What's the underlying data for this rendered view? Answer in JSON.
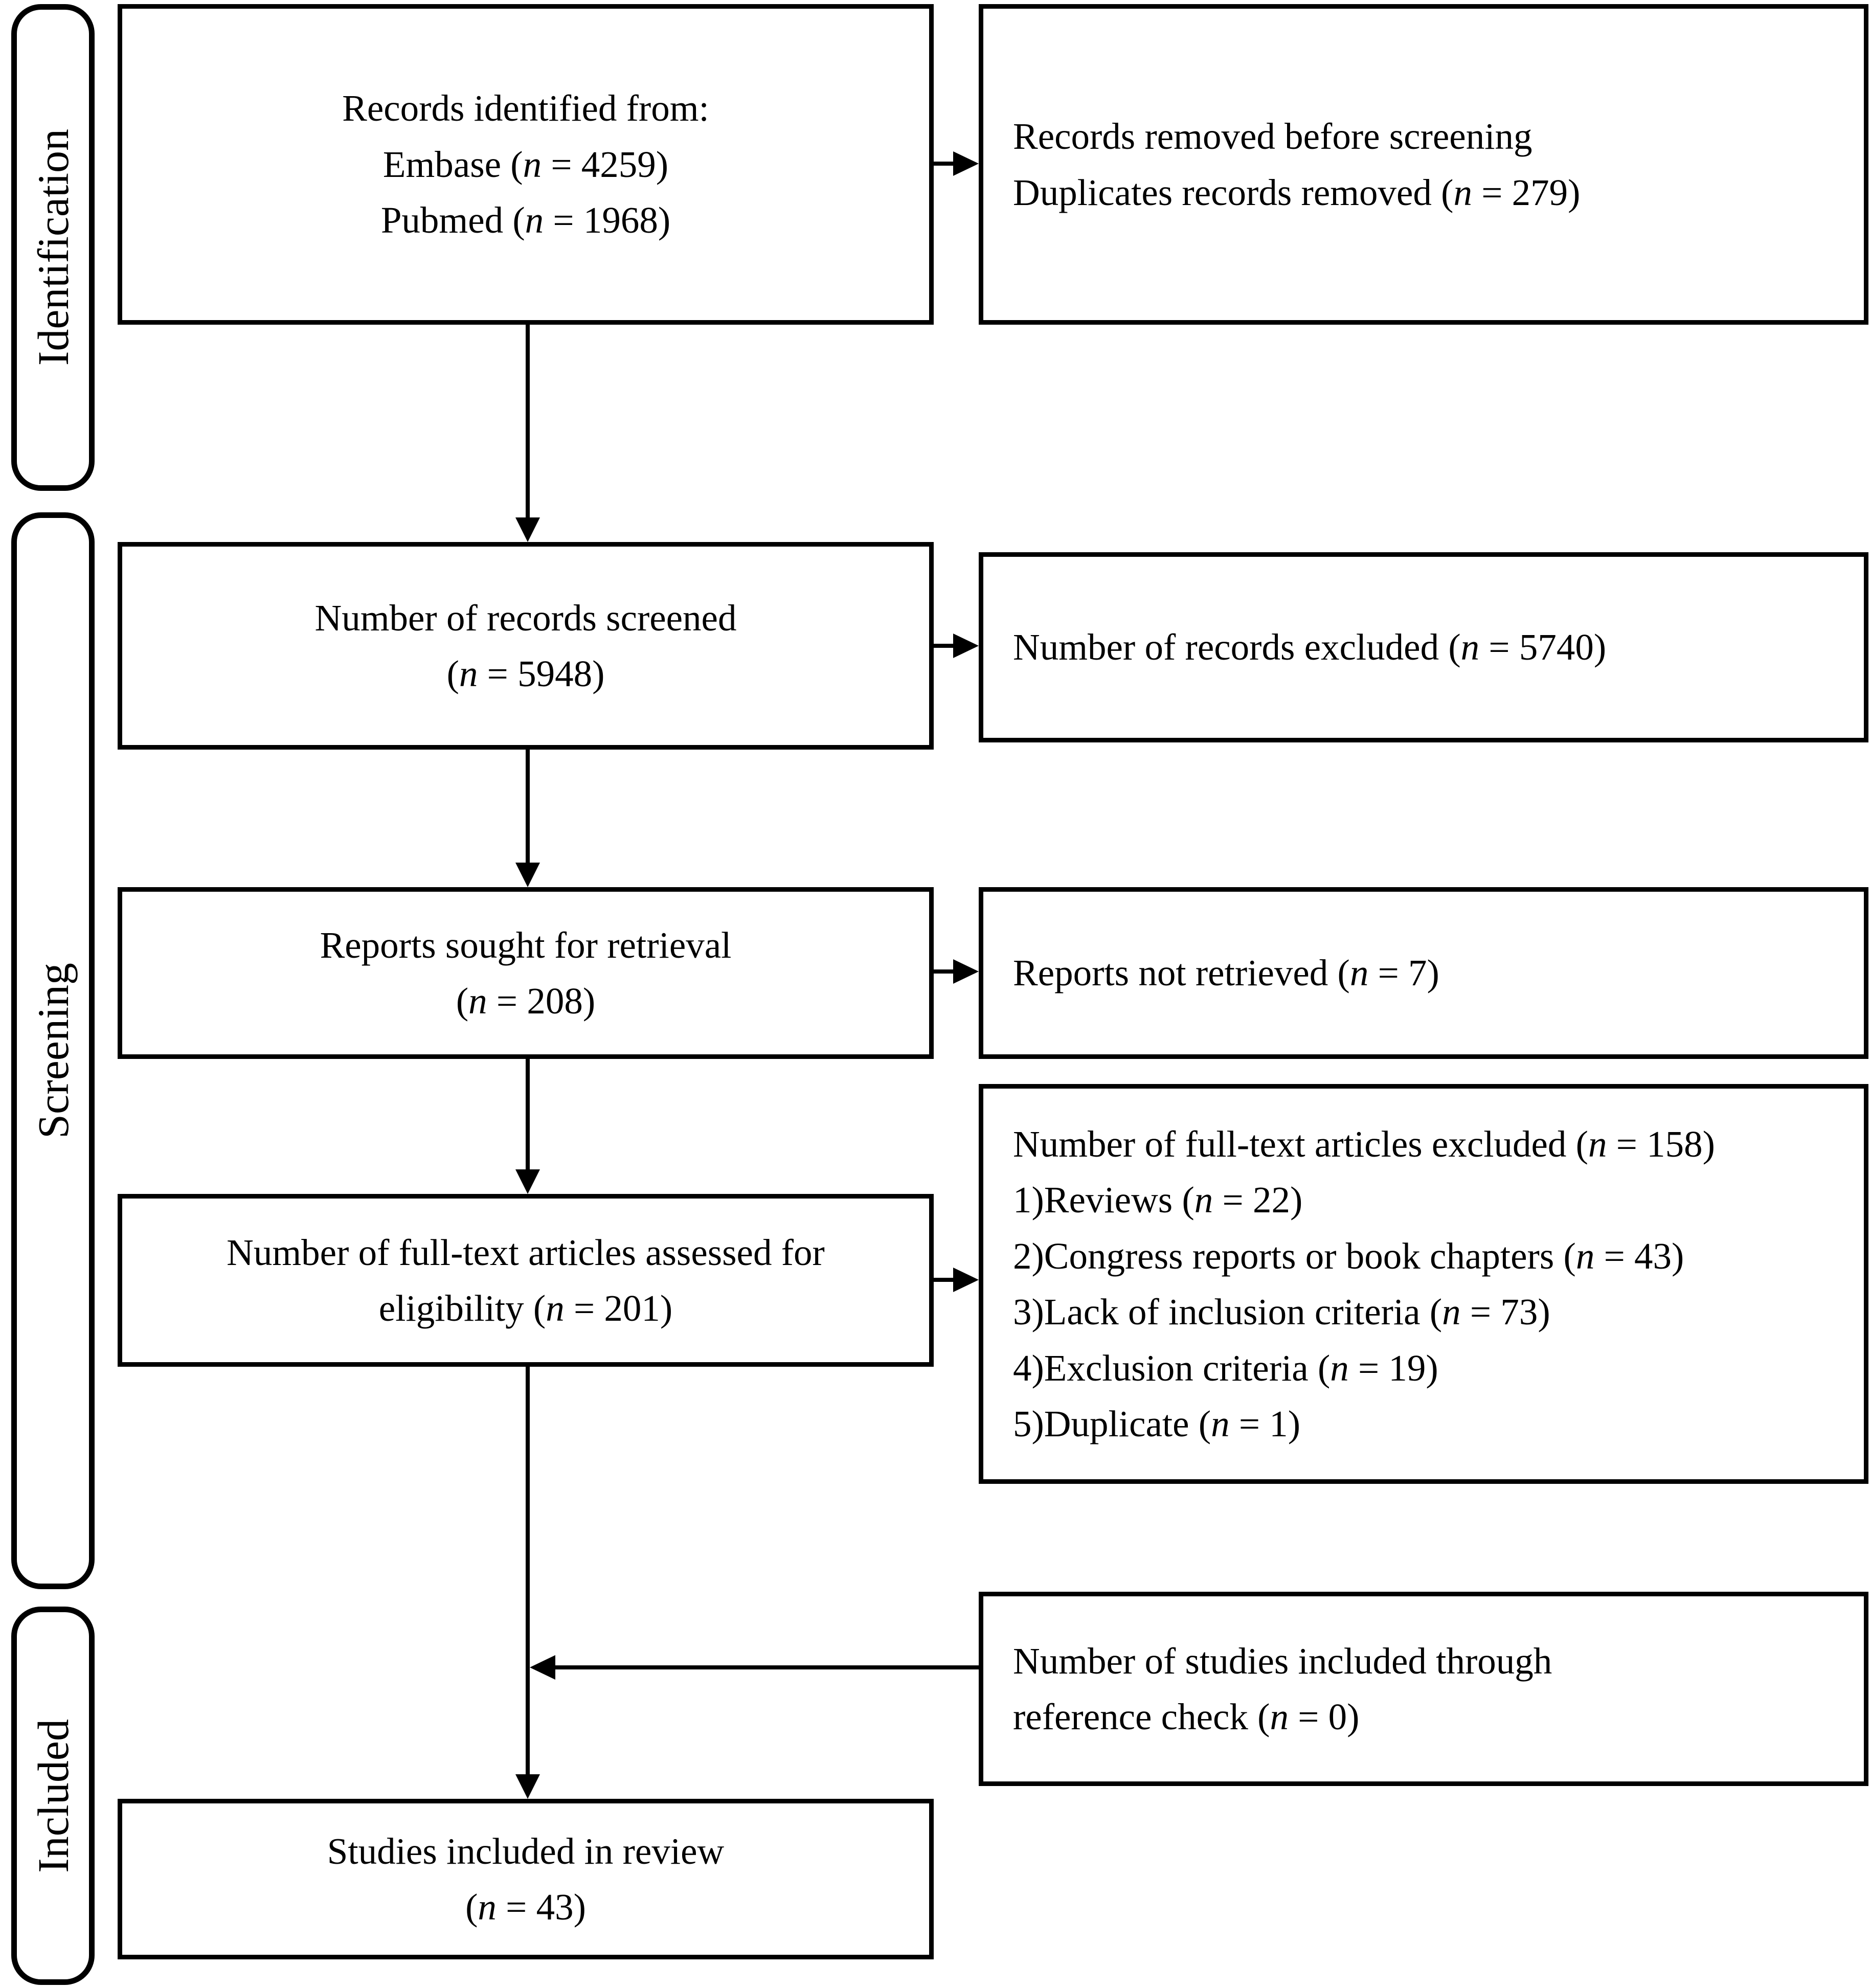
{
  "figure": {
    "type": "prisma-flow-diagram",
    "background_color": "#ffffff",
    "line_color": "#000000",
    "text_color": "#000000"
  },
  "stages": [
    {
      "label": "Identification"
    },
    {
      "label": "Screening"
    },
    {
      "label": "Included"
    }
  ],
  "flow_boxes": [
    {
      "name": "records-identified",
      "lines": [
        "Records identified from:",
        "Embase (n = 4259)",
        "Pubmed (n = 1968)"
      ]
    },
    {
      "name": "records-screened",
      "lines": [
        "Number of records screened",
        "(n = 5948)"
      ]
    },
    {
      "name": "reports-sought",
      "lines": [
        "Reports sought for retrieval",
        "(n = 208)"
      ]
    },
    {
      "name": "fulltext-assessed",
      "lines": [
        "Number of full-text articles assessed for",
        "eligibility (n = 201)"
      ]
    },
    {
      "name": "studies-included",
      "lines": [
        "Studies included in review",
        "(n = 43)"
      ]
    }
  ],
  "side_boxes": [
    {
      "name": "removed-before-screening",
      "lines": [
        "Records removed before screening",
        "Duplicates records removed (n = 279)"
      ]
    },
    {
      "name": "records-excluded",
      "lines": [
        "Number of records excluded (n = 5740)"
      ]
    },
    {
      "name": "reports-not-retrieved",
      "lines": [
        "Reports not retrieved (n = 7)"
      ]
    },
    {
      "name": "fulltext-excluded",
      "lines": [
        "Number of full-text articles excluded (n = 158)",
        "1)Reviews (n = 22)",
        "2)Congress reports or book chapters (n = 43)",
        "3)Lack of inclusion criteria (n = 73)",
        "4)Exclusion criteria (n = 19)",
        "5)Duplicate (n = 1)"
      ]
    },
    {
      "name": "reference-check",
      "lines": [
        "Number of studies included through",
        "reference check (n = 0)"
      ]
    }
  ]
}
